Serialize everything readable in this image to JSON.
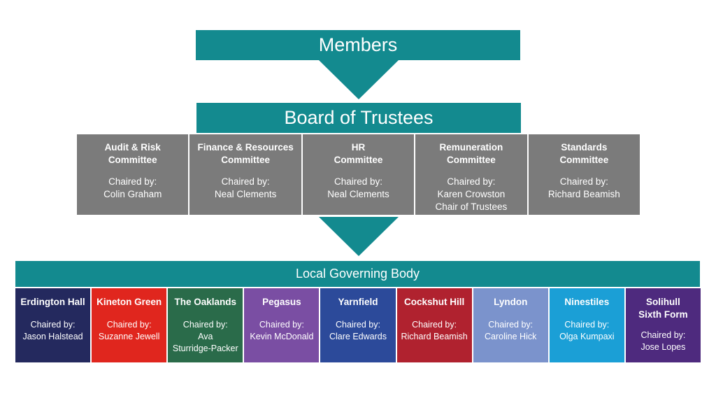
{
  "members": {
    "title": "Members"
  },
  "board": {
    "title": "Board of Trustees"
  },
  "committees": [
    {
      "name_line1": "Audit & Risk",
      "name_line2": "Committee",
      "chair_label": "Chaired by:",
      "chair_name": "Colin Graham",
      "chair_note": ""
    },
    {
      "name_line1": "Finance & Resources",
      "name_line2": "Committee",
      "chair_label": "Chaired by:",
      "chair_name": "Neal Clements",
      "chair_note": ""
    },
    {
      "name_line1": "HR",
      "name_line2": "Committee",
      "chair_label": "Chaired by:",
      "chair_name": "Neal Clements",
      "chair_note": ""
    },
    {
      "name_line1": "Remuneration",
      "name_line2": "Committee",
      "chair_label": "Chaired by:",
      "chair_name": "Karen Crowston",
      "chair_note": "Chair of Trustees"
    },
    {
      "name_line1": "Standards",
      "name_line2": "Committee",
      "chair_label": "Chaired by:",
      "chair_name": "Richard Beamish",
      "chair_note": ""
    }
  ],
  "local_governing_body": {
    "title": "Local Governing Body"
  },
  "schools": [
    {
      "name_line1": "Erdington Hall",
      "name_line2": "",
      "chair_label": "Chaired by:",
      "chair_line1": "Jason Halstead",
      "chair_line2": "",
      "color": "#24295e",
      "label_color": "#ffffff"
    },
    {
      "name_line1": "Kineton Green",
      "name_line2": "",
      "chair_label": "Chaired by:",
      "chair_line1": "Suzanne Jewell",
      "chair_line2": "",
      "color": "#e0261e",
      "label_color": "#ffffff"
    },
    {
      "name_line1": "The Oaklands",
      "name_line2": "",
      "chair_label": "Chaired by:",
      "chair_line1": "Ava",
      "chair_line2": "Sturridge-Packer",
      "color": "#2a6b4a",
      "label_color": "#ffffff"
    },
    {
      "name_line1": "Pegasus",
      "name_line2": "",
      "chair_label": "Chaired by:",
      "chair_line1": "Kevin McDonald",
      "chair_line2": "",
      "color": "#7a4ea3",
      "label_color": "#ffffff"
    },
    {
      "name_line1": "Yarnfield",
      "name_line2": "",
      "chair_label": "Chaired by:",
      "chair_line1": "Clare Edwards",
      "chair_line2": "",
      "color": "#2c4a9a",
      "label_color": "#ffffff"
    },
    {
      "name_line1": "Cockshut Hill",
      "name_line2": "",
      "chair_label": "Chaired by:",
      "chair_line1": "Richard Beamish",
      "chair_line2": "",
      "color": "#b0222f",
      "label_color": "#ffffff"
    },
    {
      "name_line1": "Lyndon",
      "name_line2": "",
      "chair_label": "Chaired by:",
      "chair_line1": "Caroline Hick",
      "chair_line2": "",
      "color": "#7b93cc",
      "label_color": "#ffffff"
    },
    {
      "name_line1": "Ninestiles",
      "name_line2": "",
      "chair_label": "Chaired by:",
      "chair_line1": "Olga Kumpaxi",
      "chair_line2": "",
      "color": "#1b9fd6",
      "label_color": "#ffffff"
    },
    {
      "name_line1": "Solihull",
      "name_line2": "Sixth Form",
      "chair_label": "Chaired by:",
      "chair_line1": "Jose Lopes",
      "chair_line2": "",
      "color": "#4e2a7e",
      "label_color": "#ffffff"
    }
  ],
  "colors": {
    "teal": "#138a8f",
    "committee_grey": "#7b7b7b"
  }
}
